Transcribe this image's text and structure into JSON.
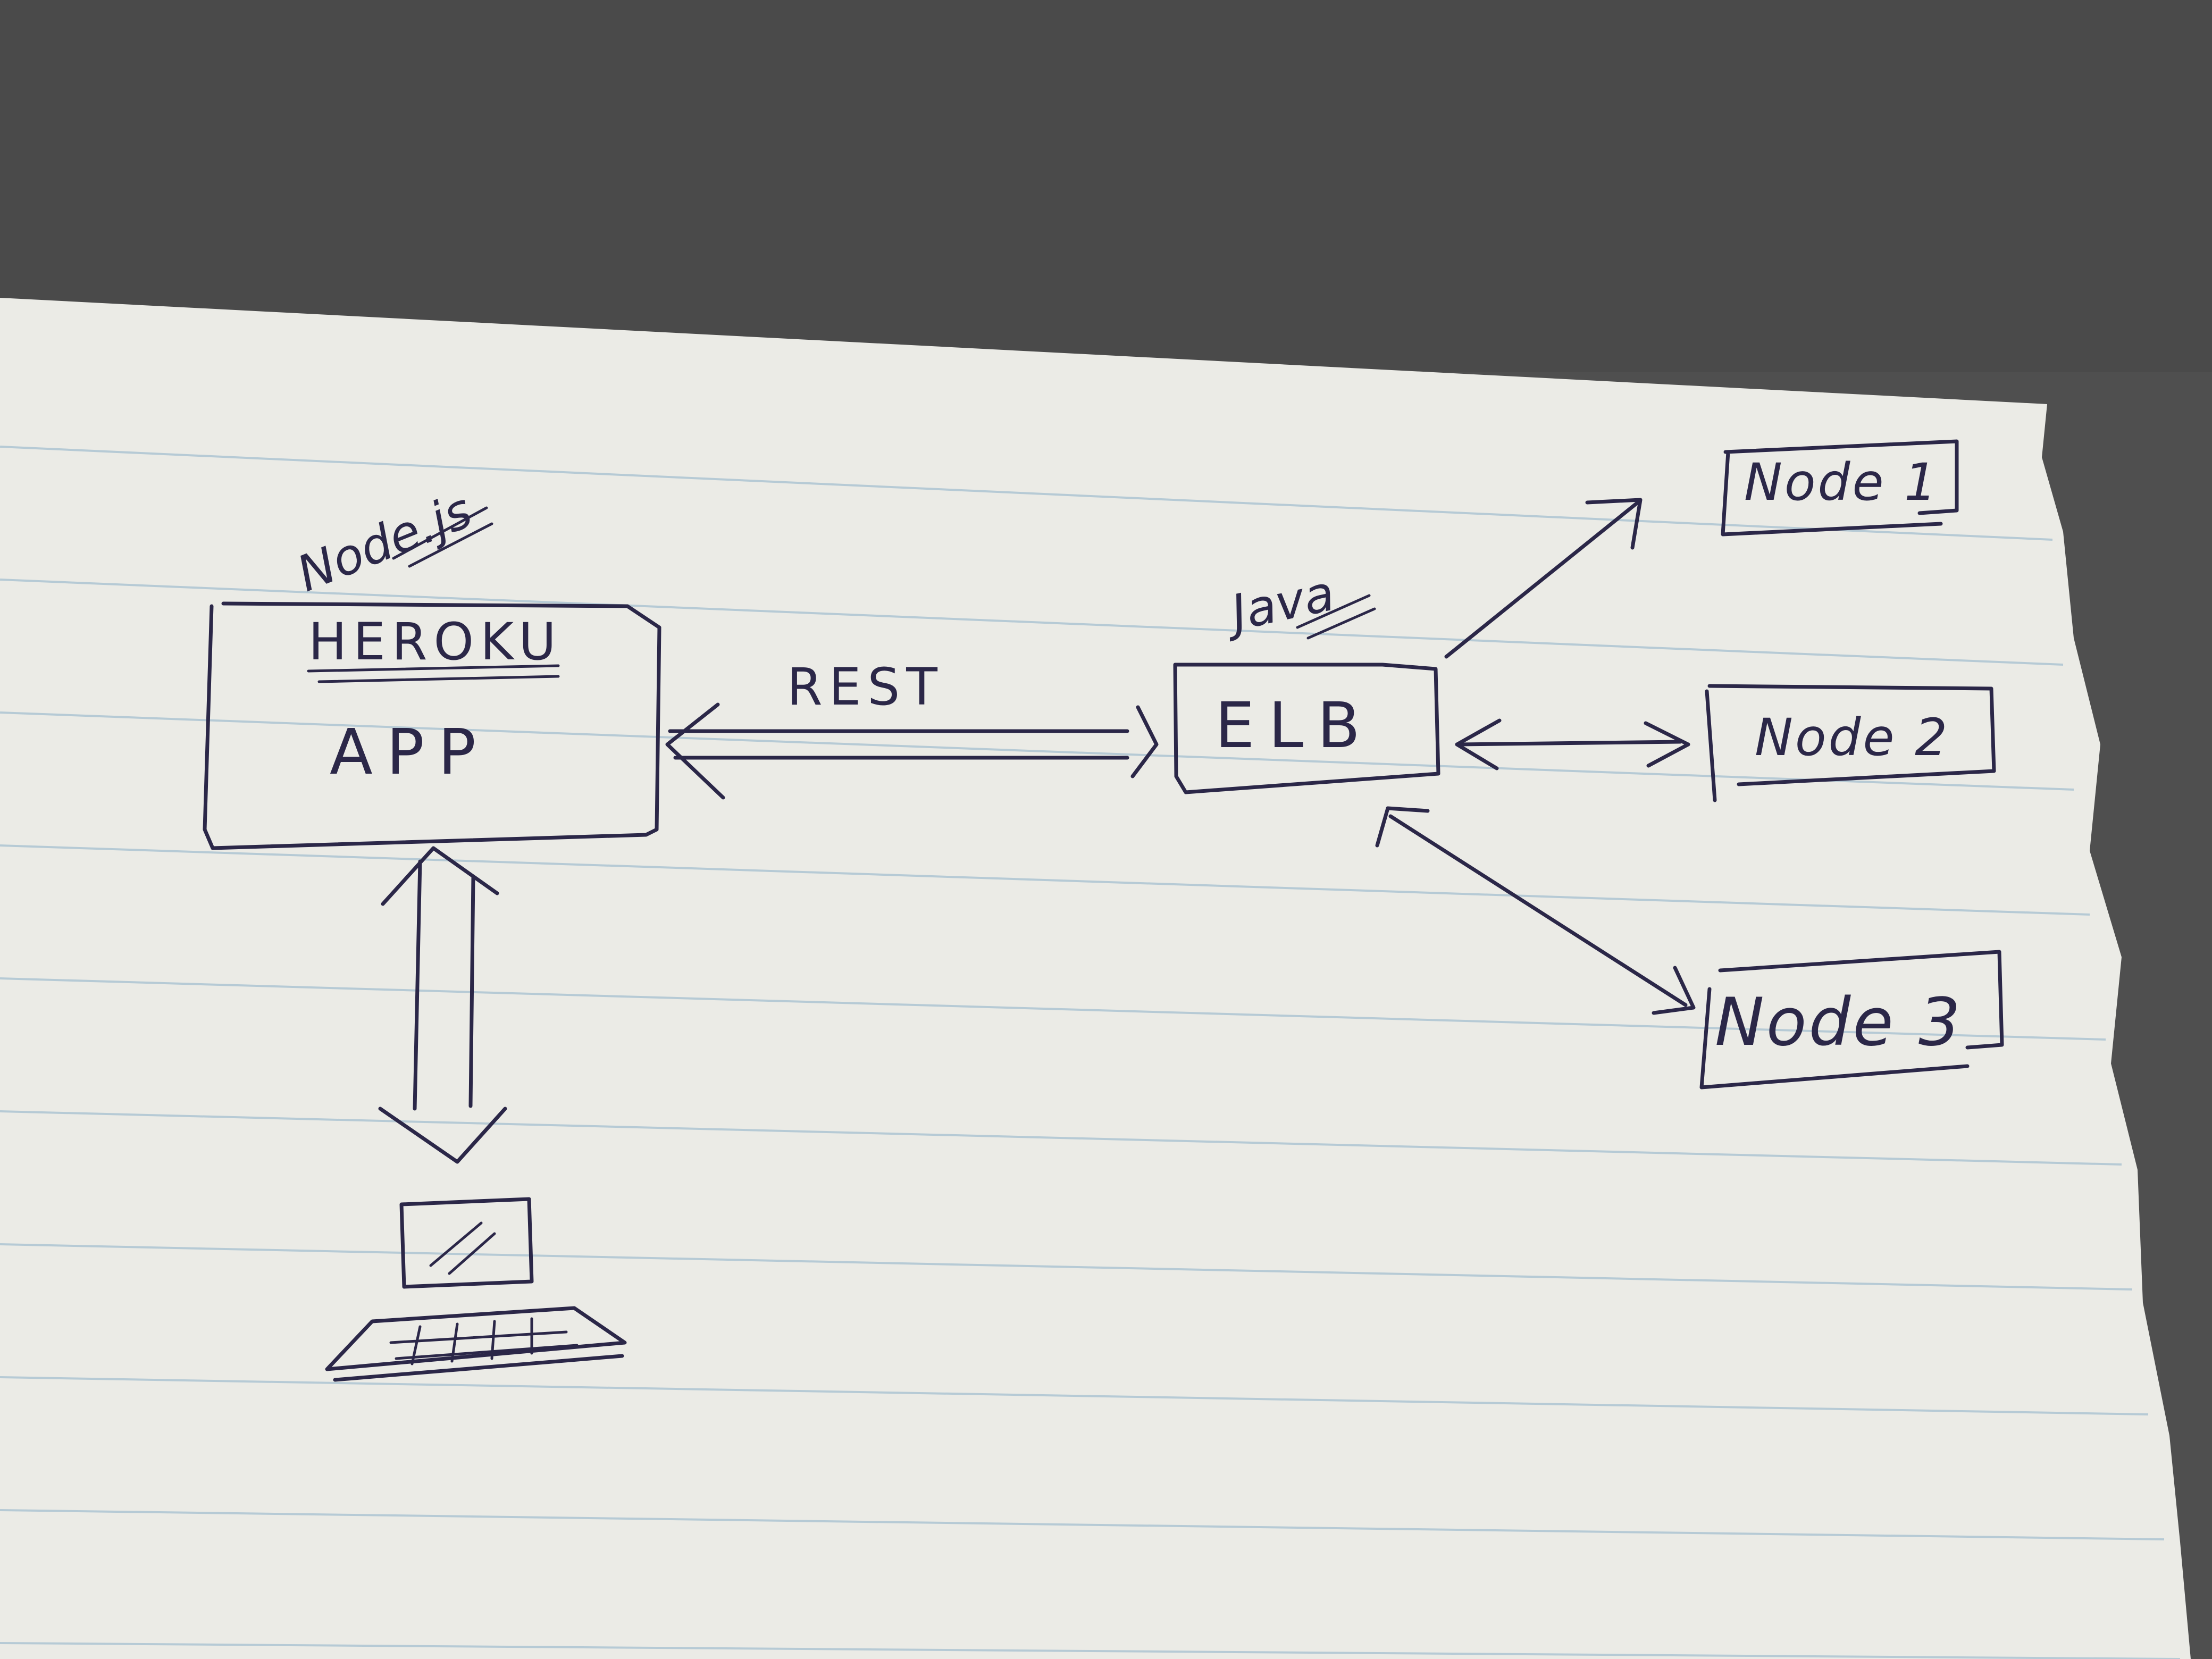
{
  "diagram": {
    "app_box": {
      "platform_label": "Node.js",
      "title": "HEROKU",
      "subtitle": "APP"
    },
    "connection_label": "REST",
    "elb_box": {
      "platform_label": "Java",
      "title": "ELB"
    },
    "nodes": [
      {
        "label": "Node 1"
      },
      {
        "label": "Node 2"
      },
      {
        "label": "Node 3"
      }
    ]
  },
  "colors": {
    "paper": "#ebebe6",
    "ruled_line": "#a9c3d2",
    "ink": "#2b2748",
    "desk": "#4f4f4f"
  },
  "icons": {
    "client": "laptop-icon"
  }
}
